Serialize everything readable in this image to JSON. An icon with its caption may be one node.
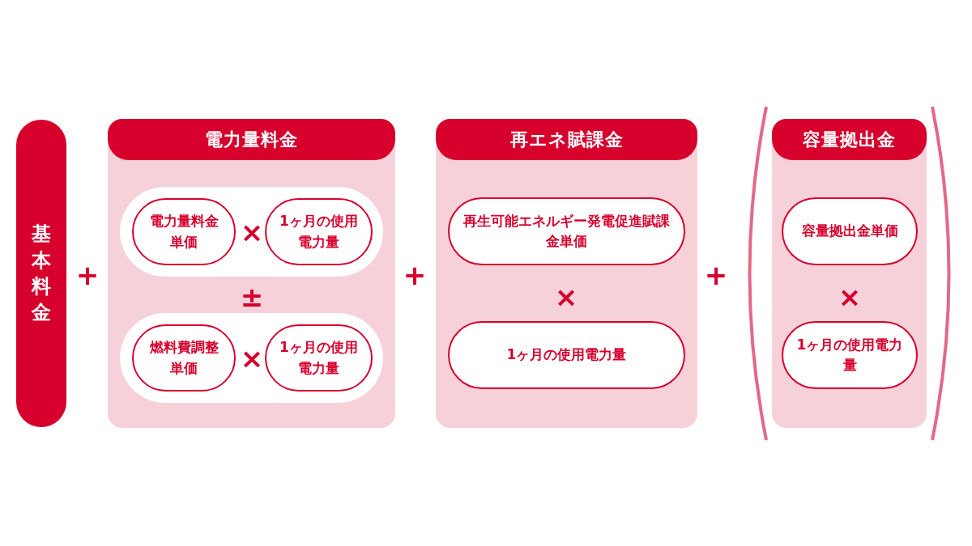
{
  "diagram": {
    "nodes": [
      {
        "text": [
          "基本料金"
        ]
      },
      {
        "text": [
          "電力量料金"
        ]
      },
      {
        "text": [],
        "shape": "box",
        "in": 1
      },
      {
        "text": [
          "電力量料金単価"
        ],
        "in": 2
      },
      {
        "text": [
          "1ヶ月の使用電力量"
        ],
        "in": 2
      },
      {
        "text": [],
        "shape": "box",
        "in": 1
      },
      {
        "text": [
          "燃料費調整単価"
        ],
        "in": 5
      },
      {
        "text": [
          "1ヶ月の使用電力量"
        ],
        "in": 5
      },
      {
        "text": [
          "再エネ賦課金"
        ]
      },
      {
        "text": [
          "再生可能エネルギー発電促進賦課金単価"
        ],
        "in": 8
      },
      {
        "text": [
          "1ヶ月の使用電力量"
        ],
        "in": 8
      },
      {
        "text": [
          "容量拠出金"
        ]
      },
      {
        "text": [
          "容量拠出金単価"
        ],
        "in": 11
      },
      {
        "text": [
          "1ヶ月の使用電力量"
        ],
        "in": 11
      }
    ],
    "edges": [],
    "labels": [
      "+",
      "×",
      "±",
      "×",
      "+",
      "×",
      "+",
      "×"
    ]
  }
}
